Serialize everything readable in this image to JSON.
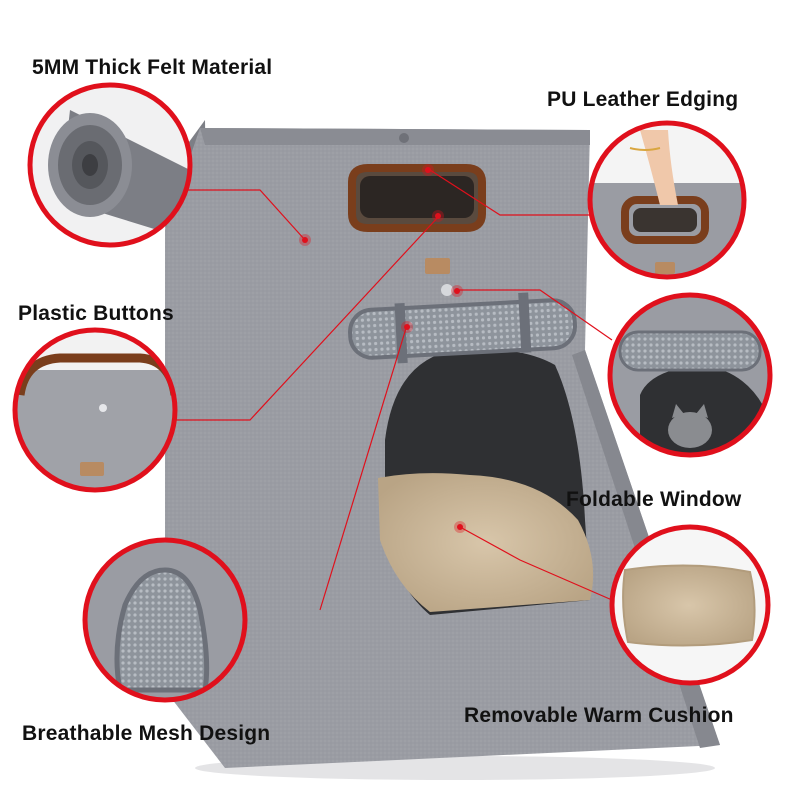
{
  "labels": {
    "felt_material": "5MM Thick Felt Material",
    "pu_leather": "PU Leather Edging",
    "plastic_buttons": "Plastic Buttons",
    "foldable_window": "Foldable Window",
    "mesh_design": "Breathable Mesh Design",
    "warm_cushion": "Removable Warm Cushion"
  },
  "colors": {
    "callout_red": "#e0101c",
    "felt_gray": "#9a9ca3",
    "felt_dark": "#6e7077",
    "leather_brown": "#7a3e1c",
    "cushion_beige": "#cdb99c",
    "mesh_gray": "#8e949c"
  }
}
